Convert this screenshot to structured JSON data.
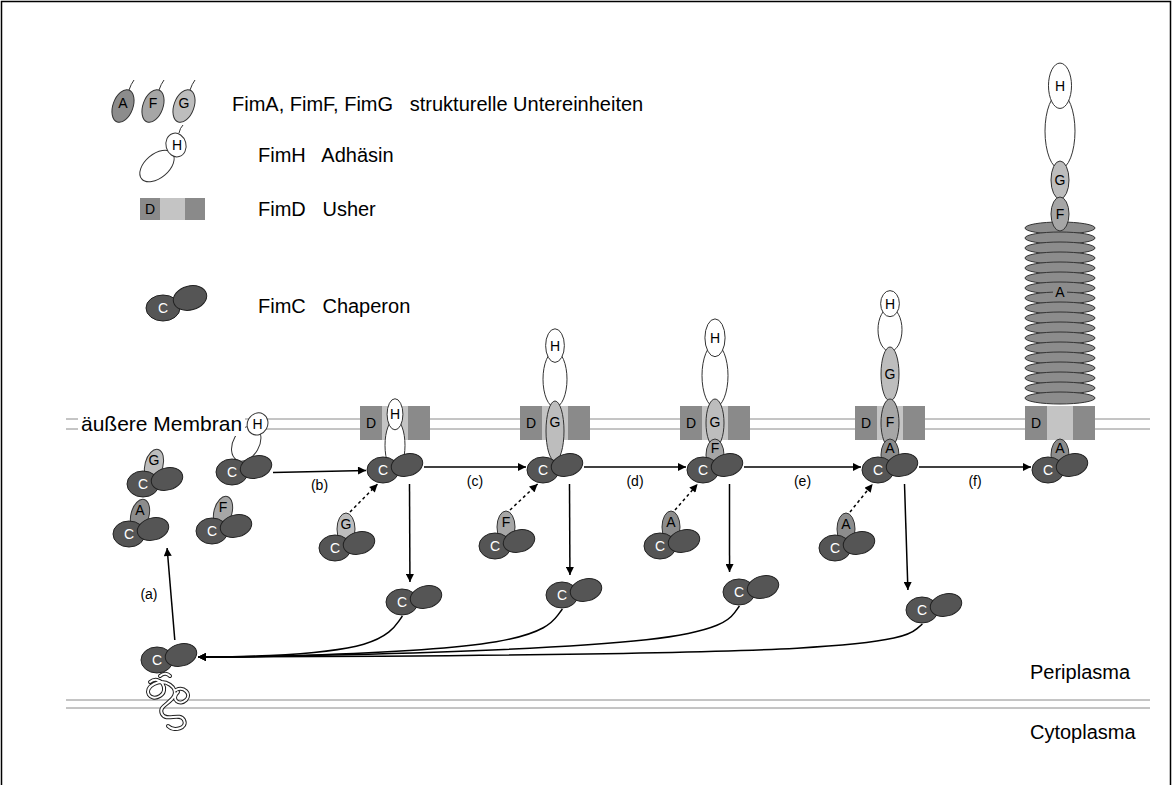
{
  "diagram": {
    "nodes": [
      {
        "text": [
          "H"
        ]
      },
      {
        "text": [
          "C"
        ]
      },
      {
        "text": [
          "G"
        ]
      },
      {
        "text": [
          "C"
        ]
      },
      {
        "text": [
          "A"
        ]
      },
      {
        "text": [
          "C"
        ]
      },
      {
        "text": [
          "F"
        ]
      },
      {
        "text": [
          "C"
        ]
      },
      {
        "text": [
          "C"
        ]
      },
      {
        "text": [
          "D"
        ]
      },
      {
        "text": [
          "H"
        ]
      },
      {
        "text": [
          "C"
        ]
      },
      {
        "text": [
          "G"
        ]
      },
      {
        "text": [
          "C"
        ]
      },
      {
        "text": [
          "C"
        ]
      },
      {
        "text": [
          "H"
        ]
      },
      {
        "text": [
          "D"
        ]
      },
      {
        "text": [
          "G"
        ]
      },
      {
        "text": [
          "C"
        ]
      },
      {
        "text": [
          "F"
        ]
      },
      {
        "text": [
          "C"
        ]
      },
      {
        "text": [
          "C"
        ]
      },
      {
        "text": [
          "H"
        ]
      },
      {
        "text": [
          "D"
        ]
      },
      {
        "text": [
          "G"
        ]
      },
      {
        "text": [
          "F"
        ]
      },
      {
        "text": [
          "C"
        ]
      },
      {
        "text": [
          "A"
        ]
      },
      {
        "text": [
          "C"
        ]
      },
      {
        "text": [
          "C"
        ]
      },
      {
        "text": [
          "H"
        ]
      },
      {
        "text": [
          "G"
        ]
      },
      {
        "text": [
          "D"
        ]
      },
      {
        "text": [
          "F"
        ]
      },
      {
        "text": [
          "A"
        ]
      },
      {
        "text": [
          "C"
        ]
      },
      {
        "text": [
          "A"
        ]
      },
      {
        "text": [
          "C"
        ]
      },
      {
        "text": [
          "C"
        ]
      },
      {
        "text": [
          "H"
        ]
      },
      {
        "text": [
          "G"
        ]
      },
      {
        "text": [
          "F"
        ]
      },
      {
        "text": [
          "A"
        ]
      },
      {
        "text": [
          "D"
        ]
      },
      {
        "text": [
          "A"
        ]
      },
      {
        "text": [
          "C"
        ]
      }
    ],
    "edges": [
      {
        "from": 8,
        "to": 5,
        "arrow": "to",
        "label": "(a)"
      },
      {
        "from": 1,
        "to": 11,
        "arrow": "to",
        "label": "(b)"
      },
      {
        "from": 11,
        "to": 18,
        "arrow": "to",
        "label": "(c)"
      },
      {
        "from": 18,
        "to": 26,
        "arrow": "to",
        "label": "(d)"
      },
      {
        "from": 26,
        "to": 35,
        "arrow": "to",
        "label": "(e)"
      },
      {
        "from": 35,
        "to": 45,
        "arrow": "to",
        "label": "(f)"
      },
      {
        "from": 12,
        "to": 11,
        "arrow": "to"
      },
      {
        "from": 19,
        "to": 18,
        "arrow": "to"
      },
      {
        "from": 27,
        "to": 26,
        "arrow": "to"
      },
      {
        "from": 36,
        "to": 35,
        "arrow": "to"
      },
      {
        "from": 11,
        "to": 14,
        "arrow": "to"
      },
      {
        "from": 18,
        "to": 21,
        "arrow": "to"
      },
      {
        "from": 26,
        "to": 29,
        "arrow": "to"
      },
      {
        "from": 35,
        "to": 38,
        "arrow": "to"
      },
      {
        "from": 14,
        "to": 8,
        "arrow": "to"
      },
      {
        "from": 21,
        "to": 8,
        "arrow": "to"
      },
      {
        "from": 29,
        "to": 8,
        "arrow": "to"
      },
      {
        "from": 38,
        "to": 8,
        "arrow": "to"
      }
    ],
    "labels": [
      "äußere Membran",
      "Periplasma",
      "Cytoplasma",
      "A",
      "F",
      "G",
      "H",
      "D",
      "C"
    ],
    "legend": [
      {
        "text": "FimA, FimF, FimG   strukturelle Untereinheiten"
      },
      {
        "text": "FimH   Adhäsin"
      },
      {
        "text": "FimD   Usher"
      },
      {
        "text": "FimC   Chaperon"
      }
    ]
  }
}
